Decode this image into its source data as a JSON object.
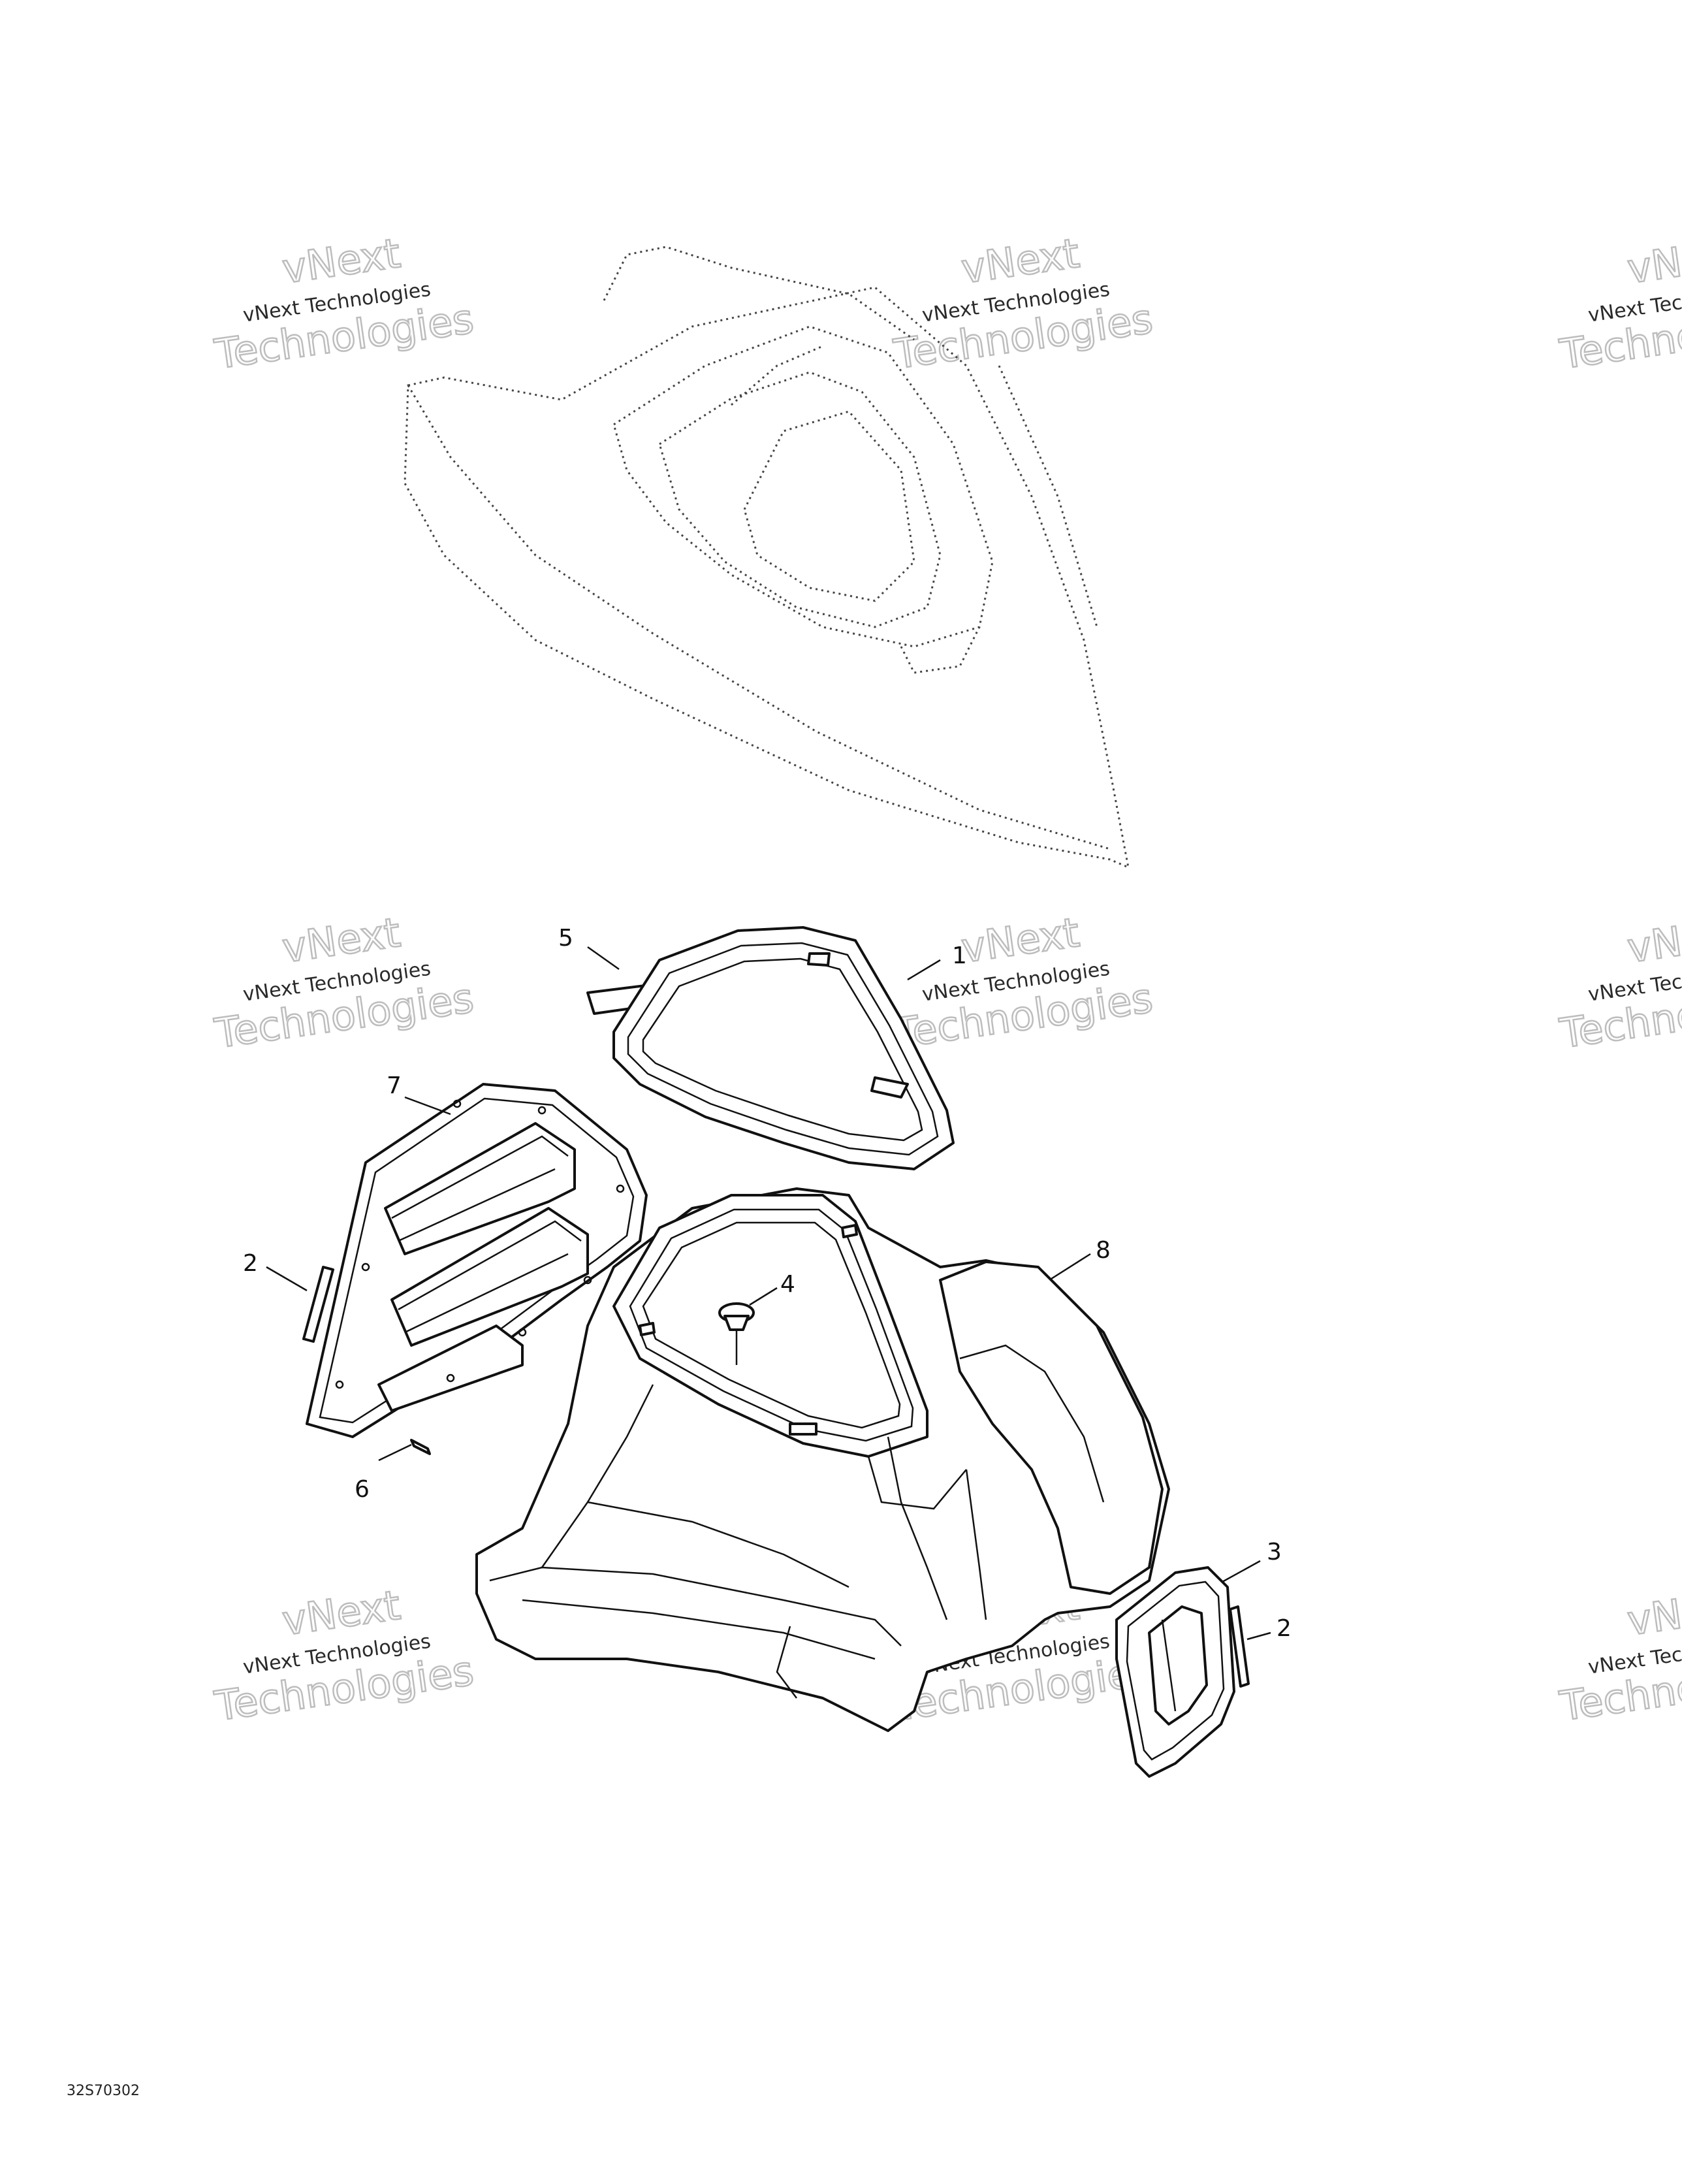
{
  "diagram": {
    "reference_code": "32S70302",
    "watermark": {
      "line1": "vNext",
      "line2": "vNext Technologies",
      "line3": "Technologies"
    },
    "callouts": [
      "5",
      "1",
      "7",
      "2",
      "8",
      "4",
      "6",
      "3",
      "2"
    ]
  }
}
